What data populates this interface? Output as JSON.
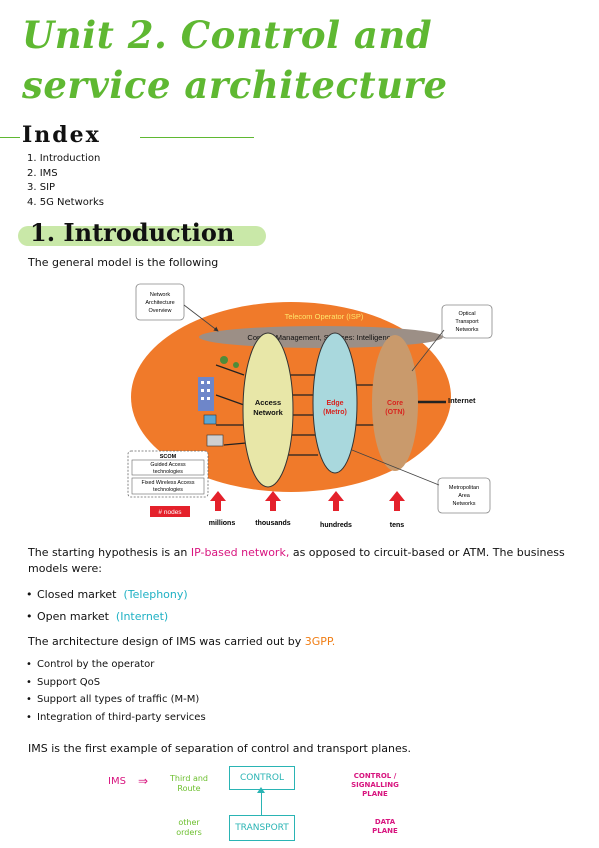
{
  "title": "Unit 2. Control and service architecture",
  "index": {
    "heading": "Index",
    "items": [
      "1. Introduction",
      "2. IMS",
      "3. SIP",
      "4. 5G Networks"
    ]
  },
  "section1": {
    "heading": "1. Introduction",
    "intro": "The general model is the following"
  },
  "diagram": {
    "callout_overview": [
      "Network",
      "Architecture",
      "Overview"
    ],
    "operator": "Telecom Operator (ISP)",
    "control_band": "Control, Management, Services: Intelligence",
    "access": [
      "Access",
      "Network"
    ],
    "edge": [
      "Edge",
      "(Metro)"
    ],
    "core": [
      "Core",
      "(OTN)"
    ],
    "internet": "Internet",
    "otn_callout": [
      "Optical",
      "Transport",
      "Networks"
    ],
    "metro_callout": [
      "Metropolitan",
      "Area",
      "Networks"
    ],
    "scom": "SCOM",
    "guided": [
      "Guided Access",
      "technologies"
    ],
    "fixed_wireless": [
      "Fixed Wireless Access",
      "technologies"
    ],
    "nodes_label": "# nodes",
    "scale_labels": [
      "millions",
      "thousands",
      "hundreds",
      "tens"
    ],
    "colors": {
      "ellipse": "#f07a2a",
      "access": "#e8e7a8",
      "edge": "#a9d8dd",
      "core": "#c99a6c",
      "arrow": "#e4212b"
    }
  },
  "paragraph1": {
    "pre": "The starting hypothesis is an ",
    "highlight": "IP-based network,",
    "post": " as opposed to circuit-based or ATM. The business models were:"
  },
  "business_models": [
    {
      "label": "Closed market",
      "note": "(Telephony)"
    },
    {
      "label": "Open market",
      "note": "(Internet)"
    }
  ],
  "paragraph2": {
    "pre": "The architecture design of IMS was carried out by ",
    "highlight": "3GPP."
  },
  "ims_goals": [
    "Control by the operator",
    "Support QoS",
    "Support all types of traffic (M-M)",
    "Integration of third-party services"
  ],
  "paragraph3": "IMS is the first example of separation of control and transport planes.",
  "planes": {
    "ims": "IMS",
    "arrow": "⇒",
    "third_and": "Third and",
    "route": "Route",
    "other_orders": "other orders",
    "control_box": "CONTROL",
    "transport_box": "TRANSPORT",
    "control_plane": "CONTROL / SIGNALLING PLANE",
    "data_plane": "DATA PLANE"
  }
}
